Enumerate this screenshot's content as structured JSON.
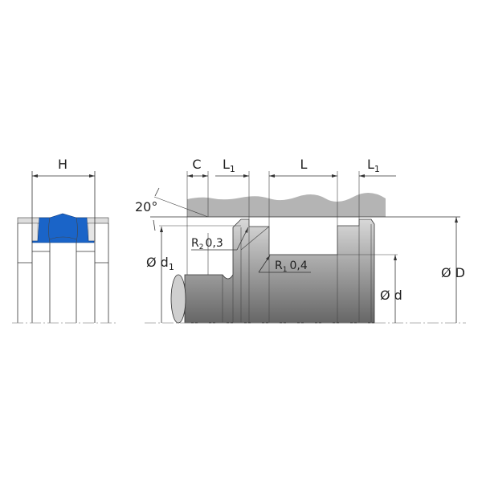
{
  "colors": {
    "seal": "#1a64c8",
    "housing": "#b4b4b4",
    "metal_light": "#d4d4d4",
    "metal_dark": "#6a6a6a"
  },
  "seal_view": {
    "dim_height": "H"
  },
  "housing_view": {
    "dim_chamfer": "C",
    "dim_groove_flank_left": {
      "main": "L",
      "sub": "1"
    },
    "dim_groove_length": "L",
    "dim_groove_flank_right": {
      "main": "L",
      "sub": "1"
    },
    "angle": "20°",
    "dim_d1": {
      "main": "Ø d",
      "sub": "1"
    },
    "radius_2": {
      "main": "R",
      "sub": "2",
      "value": "0,3"
    },
    "radius_1": {
      "main": "R",
      "sub": "1",
      "value": "0,4"
    },
    "dim_d": "Ø d",
    "dim_D": "Ø D"
  }
}
